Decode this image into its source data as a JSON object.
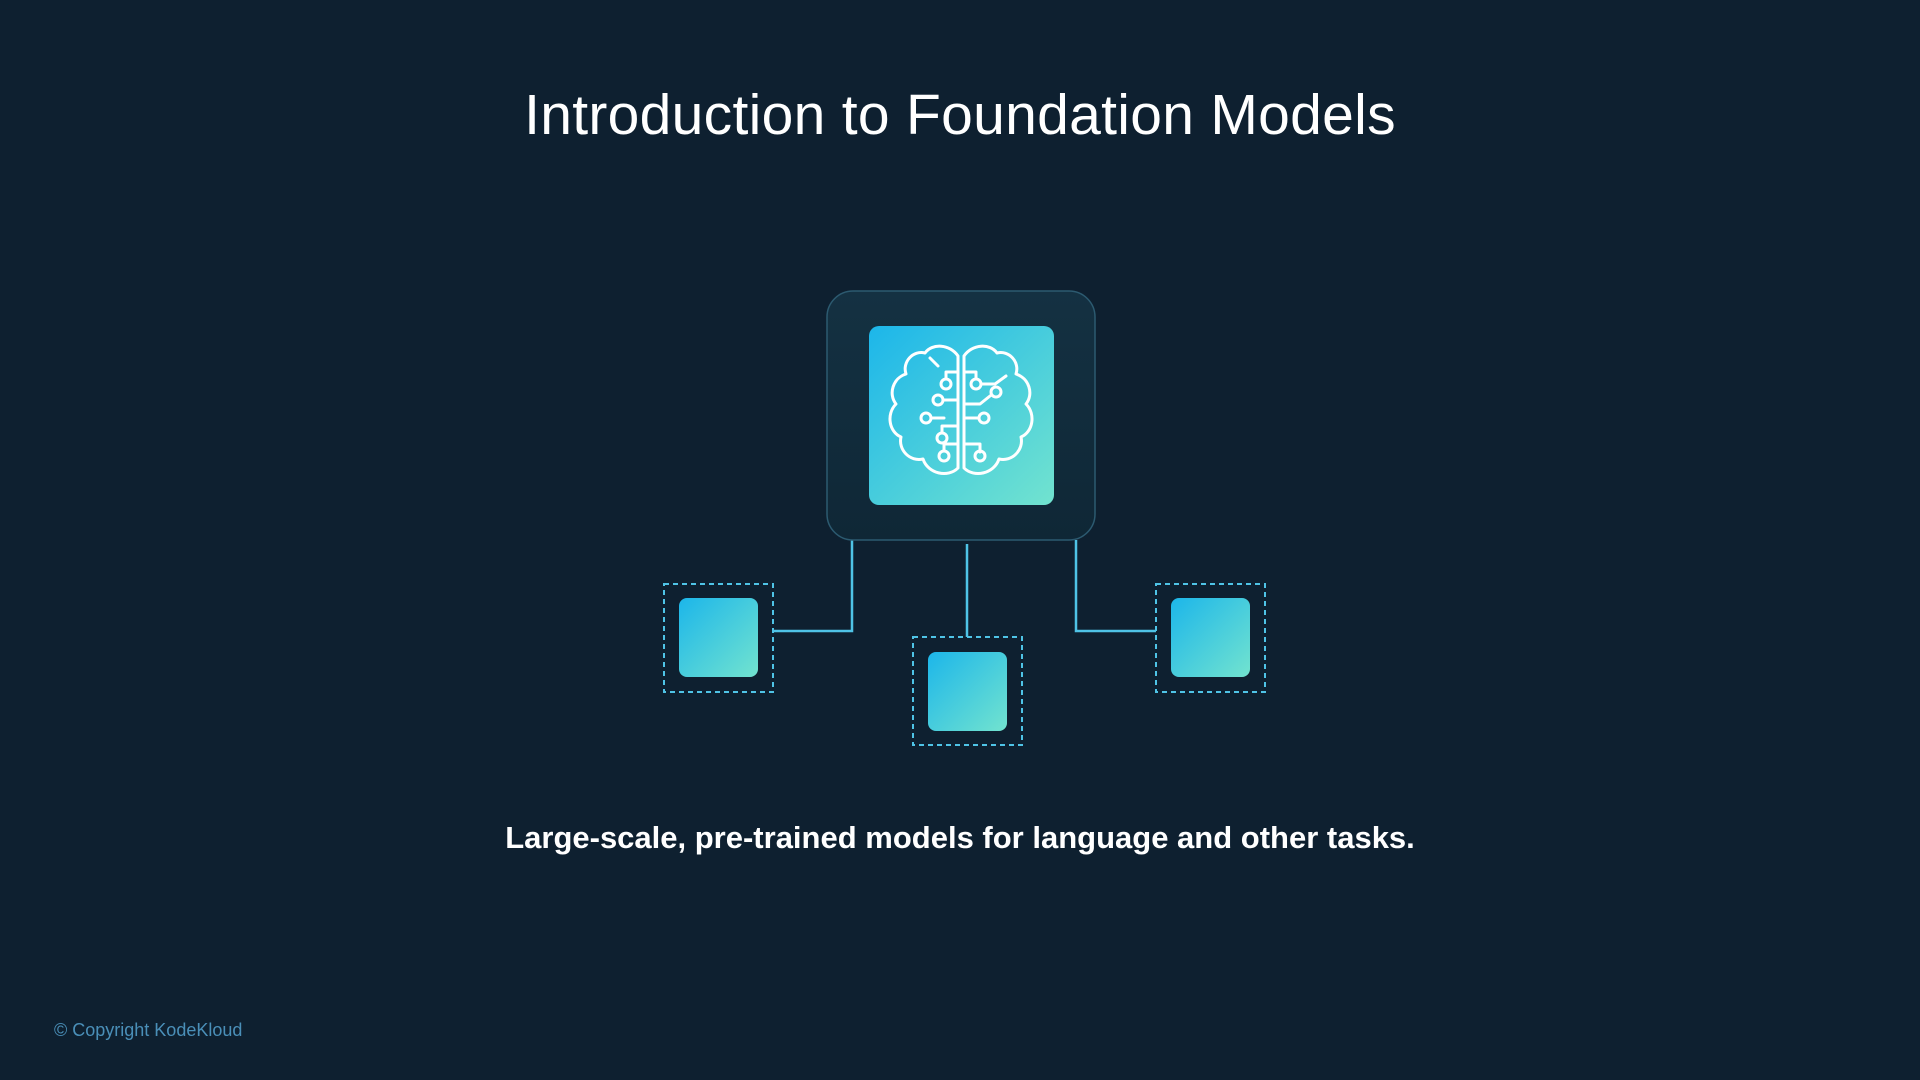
{
  "slide": {
    "title": "Introduction to Foundation Models",
    "subtitle": "Large-scale, pre-trained models for language and other tasks.",
    "copyright": "© Copyright KodeKloud"
  },
  "diagram": {
    "central_icon": "brain-circuit-icon",
    "child_nodes": [
      "left-node",
      "center-node",
      "right-node"
    ]
  },
  "colors": {
    "background": "#0e2030",
    "gradient_start": "#1fb8e8",
    "gradient_end": "#6ee0d0",
    "connector": "#4fc3e6",
    "text": "#ffffff",
    "copyright": "#4a8fb8"
  }
}
